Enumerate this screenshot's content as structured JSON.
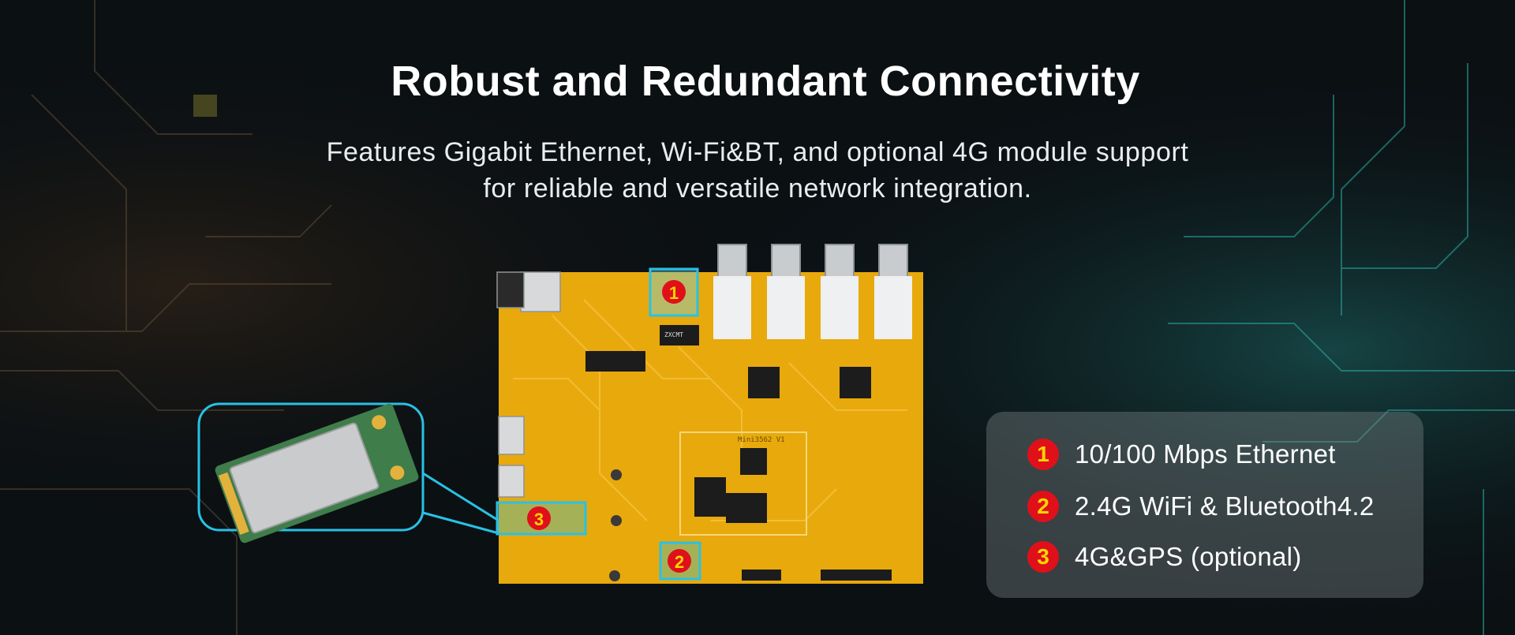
{
  "header": {
    "title": "Robust and Redundant Connectivity",
    "subtitle_line1": "Features Gigabit Ethernet, Wi-Fi&BT, and optional 4G module support",
    "subtitle_line2": "for reliable and versatile network integration."
  },
  "board": {
    "markers": [
      "1",
      "2",
      "3"
    ],
    "silkscreen_label": "ZXCMT",
    "module_label": "Mini3562 V1"
  },
  "legend": {
    "items": [
      {
        "num": "1",
        "label": "10/100 Mbps Ethernet"
      },
      {
        "num": "2",
        "label": "2.4G WiFi & Bluetooth4.2"
      },
      {
        "num": "3",
        "label": "4G&GPS (optional)"
      }
    ]
  },
  "colors": {
    "board": "#e8a90c",
    "highlight": "#29c1e6",
    "badge": "#e0101a",
    "badge_text": "#ffd400"
  }
}
